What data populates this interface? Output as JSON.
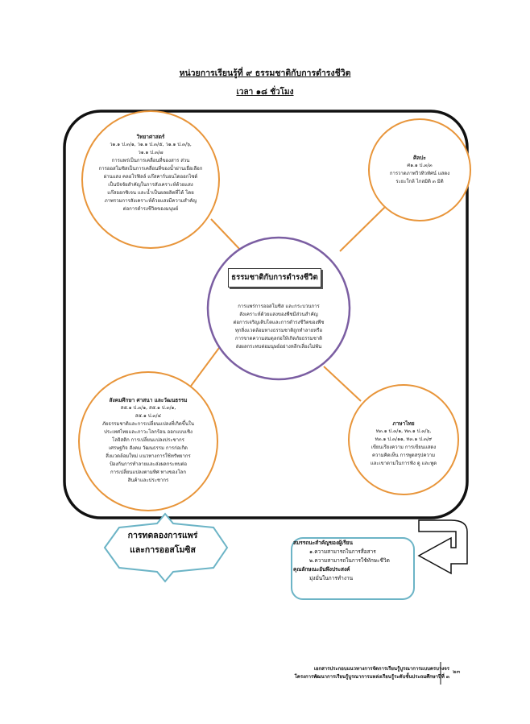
{
  "header": {
    "title": "หน่วยการเรียนรู้ที่ ๙ ธรรมชาติกับการดำรงชีวิต",
    "duration": "เวลา ๑๘ ชั่วโมง"
  },
  "center": {
    "title": "ธรรมชาติกับการดำรงชีวิต",
    "lines": [
      "การแพร่การออสโมซิส และกระบวนการ",
      "สังเคราะห์ด้วยแสงของพืชมีส่วนสำคัญ",
      "ต่อการเจริญเติบโตและการดำรงชีวิตของพืช",
      "ทุกสิ่งแวดล้อมทางธรรมชาติถูกทำลายหรือ",
      "การขาดความสมดุลก่อให้เกิดภัยธรรมชาติ",
      "ส่งผลกระทบต่อมนุษย์อย่างหลีกเลี่ยงไม่พ้น"
    ]
  },
  "science": {
    "heading": "วิทยาศาสตร์",
    "codes": [
      "ว๑.๑ ป.๓/๑, ว๑.๑ ป.๓/๕, ว๑.๑ ป.๓/๖,",
      "ว๑.๑ ป.๓/๗"
    ],
    "lines": [
      "การแพร่เป็นการเคลื่อนที่ของสาร ส่วน",
      "การออสโมซิสเป็นการเคลื่อนที่ของน้ำผ่านเยื่อเลือก",
      "ผ่านแสง คลอโรฟิลล์ แก๊สคาร์บอนไดออกไซด์",
      "เป็นปัจจัยสำคัญในการสังเคราะห์ด้วยแสง",
      "แก๊สออกซิเจน และน้ำเป็นผลผลิตที่ได้ โดย",
      "ภาพรวมการสังเคราะห์ด้วยแสงมีความสำคัญ",
      "ต่อการดำรงชีวิตของมนุษย์"
    ]
  },
  "arts": {
    "heading": "ศิลปะ",
    "codes": [
      "ศ๑.๑ ป.๓/๓"
    ],
    "lines": [
      "การวาดภาพวิวทิวทัศน์ แสดง",
      "ระยะใกล้ ไกลมิติ ๓ มิติ"
    ]
  },
  "social": {
    "heading": "สังคมศึกษา ศาสนา และวัฒนธรรม",
    "codes": [
      "ส๕.๑ ป.๓/๑, ส๕.๑ ป.๓/๑,",
      "ส๕.๑ ป.๓/๔"
    ],
    "lines": [
      "ภัยธรรมชาติและการเปลี่ยนแปลงที่เกิดขึ้นใน",
      "ประเทศไทยและภาวะโลกร้อน ออกแบบเชิง",
      "โลจิสติก การเปลี่ยนแปลงประชากร",
      "เศรษฐกิจ สังคม วัฒนธรรม การก่อเกิด",
      "สิ่งแวดล้อมใหม่ แนวทางการใช้ทรัพยากร",
      "ป้องกันการทำลายและส่งผลกระทบต่อ",
      "การเปลี่ยนแปลงตามทิศ ทางของโลก",
      "สินค้าและประชากร"
    ]
  },
  "thai": {
    "heading": "ภาษาไทย",
    "codes": [
      "ท๓.๑ ป.๓/๑, ท๓.๑ ป.๓/๖,",
      "ท๓.๑ ป.๓/๑๑, ท๓.๑ ป.๓/๙"
    ],
    "lines": [
      "เขียนเรียงความ การเขียนแสดง",
      "ความคิดเห็น การพูดสรุปความ",
      "และเขาดามในการฟัง ดู และพูด"
    ]
  },
  "activity": {
    "line1": "การทดลองการแพร่",
    "line2": "และการออสโมซิส"
  },
  "competency": {
    "heading": "สมรรถนะสำคัญของผู้เรียน",
    "items": [
      "๑.ความสามารถในการสื่อสาร",
      "๒.ความสามารถในการใช้ทักษะชีวิต"
    ],
    "trait_heading": "คุณลักษณะอันพึงประสงค์",
    "traits": [
      "มุ่งมั่นในการทำงาน"
    ]
  },
  "footer": {
    "line1": "เอกสารประกอบแนวทางการจัดการเรียนรู้บูรณาการแบบครบวงจร",
    "line2": "โครงการพัฒนาการเรียนรู้บูรณาการแหล่งเรียนรู้ระดับชั้นประถมศึกษาปีที่ ๓",
    "page": "๒๓"
  },
  "colors": {
    "circle_orange": "#e8953a",
    "circle_purple": "#7b5ea2",
    "star_border": "#6cb4c6",
    "box_border": "#6cb4c6"
  }
}
